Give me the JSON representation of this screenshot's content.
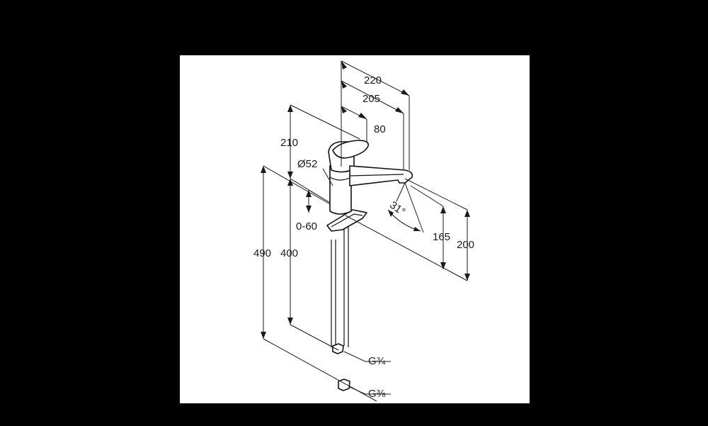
{
  "colors": {
    "background": "#000000",
    "sheet": "#ffffff",
    "ink": "#1a1a1a"
  },
  "dimensions": {
    "width_220": "220",
    "width_205": "205",
    "width_80": "80",
    "height_210": "210",
    "diameter_52": "Ø52",
    "range_0_60": "0-60",
    "height_490": "490",
    "height_400": "400",
    "angle_31": "31°",
    "height_165": "165",
    "height_200": "200",
    "thread_g34": "G¾",
    "thread_g38": "G⅜"
  }
}
